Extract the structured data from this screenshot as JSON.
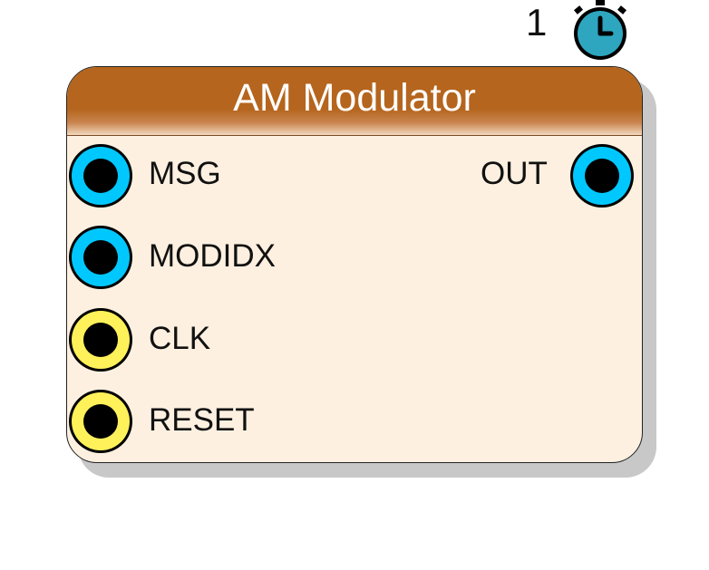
{
  "clock": {
    "count": "1",
    "icon": "stopwatch-icon",
    "color": "#2ea6bf"
  },
  "module": {
    "title": "AM Modulator",
    "header_color": "#b5651d",
    "body_color": "#fdf0e0"
  },
  "inputs": [
    {
      "label": "MSG",
      "type": "signal",
      "color": "#00c8ff"
    },
    {
      "label": "MODIDX",
      "type": "signal",
      "color": "#00c8ff"
    },
    {
      "label": "CLK",
      "type": "clock",
      "color": "#fff15a"
    },
    {
      "label": "RESET",
      "type": "clock",
      "color": "#fff15a"
    }
  ],
  "outputs": [
    {
      "label": "OUT",
      "type": "signal",
      "color": "#00c8ff"
    }
  ]
}
